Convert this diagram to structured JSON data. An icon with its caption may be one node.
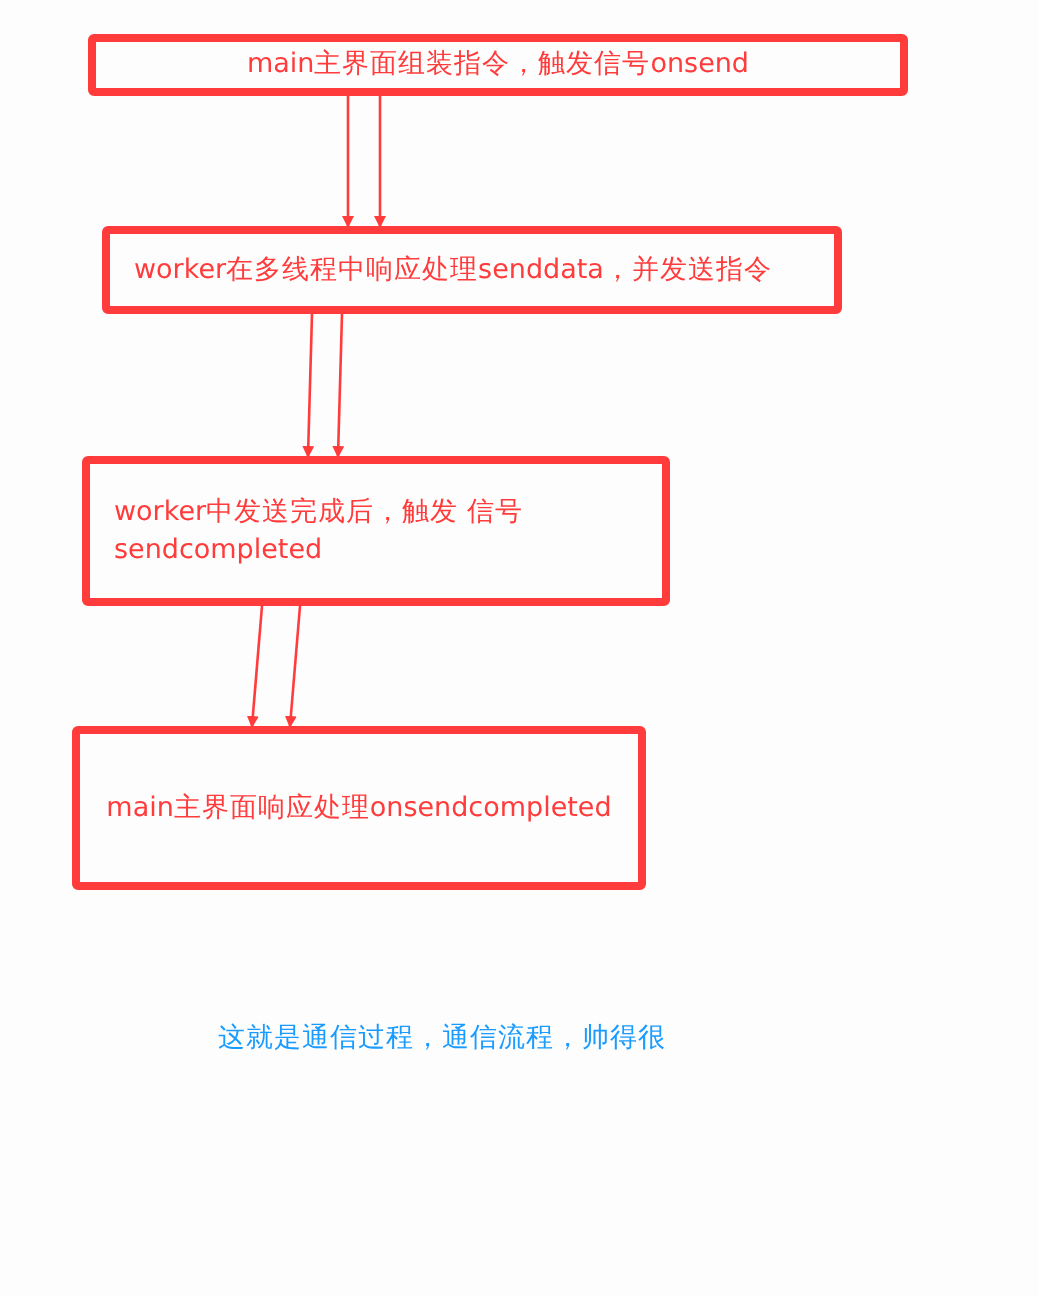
{
  "diagram": {
    "nodes": [
      {
        "text": [
          "main主界面组装指令，触发信号onsend"
        ]
      },
      {
        "text": [
          "worker在多线程中响应处理senddata，并发送指令"
        ]
      },
      {
        "text": [
          "worker中发送完成后，触发 信号 sendcompleted"
        ]
      },
      {
        "text": [
          "main主界面响应处理onsendcompleted"
        ]
      }
    ],
    "edges": [
      {
        "from": 0,
        "to": 1,
        "arrow": "to"
      },
      {
        "from": 0,
        "to": 1,
        "arrow": "to"
      },
      {
        "from": 1,
        "to": 2,
        "arrow": "to"
      },
      {
        "from": 1,
        "to": 2,
        "arrow": "to"
      },
      {
        "from": 2,
        "to": 3,
        "arrow": "to"
      },
      {
        "from": 2,
        "to": 3,
        "arrow": "to"
      }
    ],
    "labels": [
      "这就是通信过程，通信流程，帅得很"
    ]
  }
}
